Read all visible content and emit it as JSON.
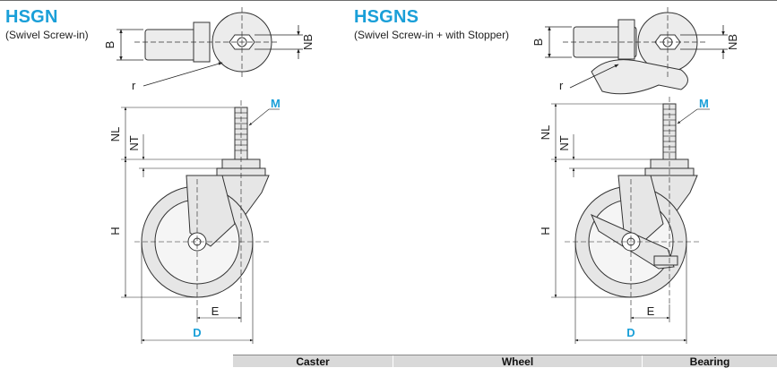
{
  "accent_color": "#1a9fd8",
  "variants": [
    {
      "code": "HSGN",
      "subtitle": "(Swivel Screw-in)",
      "dims": {
        "B": "B",
        "NB": "NB",
        "r": "r",
        "M": "M",
        "NL": "NL",
        "NT": "NT",
        "H": "H",
        "E": "E",
        "D": "D"
      }
    },
    {
      "code": "HSGNS",
      "subtitle": "(Swivel Screw-in + with Stopper)",
      "dims": {
        "B": "B",
        "NB": "NB",
        "r": "r",
        "M": "M",
        "NL": "NL",
        "NT": "NT",
        "H": "H",
        "E": "E",
        "D": "D"
      }
    }
  ],
  "table": {
    "headers": [
      "Caster",
      "Wheel",
      "Bearing"
    ]
  }
}
